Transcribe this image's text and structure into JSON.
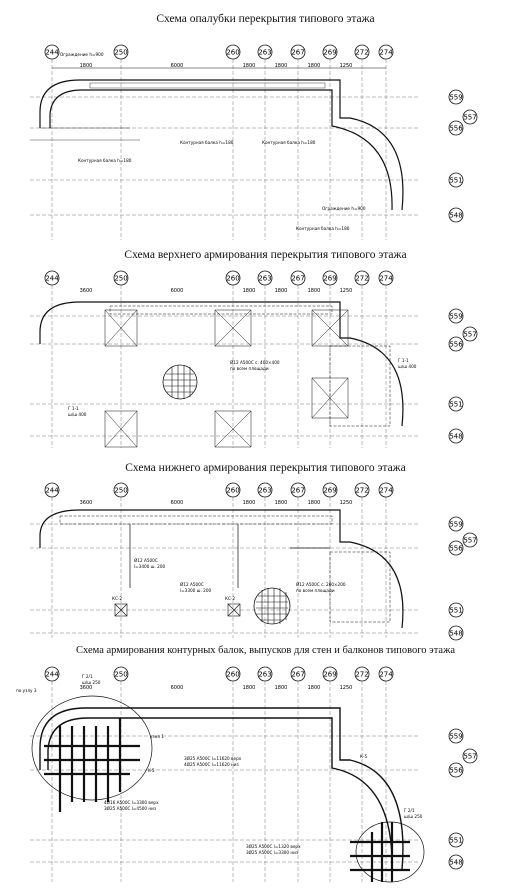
{
  "sections": [
    {
      "title": "Схема опалубки перекрытия типового этажа",
      "dims": [
        "1800",
        "6000",
        "1800",
        "1800",
        "1800",
        "1250"
      ],
      "notes": [
        "Ограждение h=900",
        "Контурная балка h=180",
        "Контурная балка h=180",
        "Контурная балка h=180",
        "Ограждение h=900",
        "Контурная балка h=180"
      ]
    },
    {
      "title": "Схема верхнего армирования перекрытия типового этажа",
      "dims": [
        "3600",
        "6000",
        "1800",
        "1800",
        "1800",
        "1250"
      ],
      "notes": [
        "Ø12 A500С с. 400×400",
        "по всем площади",
        "Г 1-1",
        "ш/ш 400",
        "Г 1-1",
        "ш/ш 400"
      ]
    },
    {
      "title": "Схема нижнего армирования перекрытия типового этажа",
      "dims": [
        "3600",
        "6000",
        "1800",
        "1800",
        "1800",
        "1250"
      ],
      "notes": [
        "Ø12 A500С",
        "l=3400 ш. 200",
        "Ø12 A500С",
        "l=3300 ш. 200",
        "Ø12 A500С с. 200×200",
        "по всем площади",
        "КС-2",
        "КС-2"
      ]
    },
    {
      "title": "Схема армирования контурных балок, выпусков для стен и балконов типового этажа",
      "dims": [
        "3600",
        "6000",
        "1800",
        "1800",
        "1800",
        "1250"
      ],
      "notes": [
        "по узлу 3",
        "Г 2/1",
        "ш/ш 250",
        "узел 1",
        "3Ø25 A500С l=11620 верх",
        "4Ø25 A500С l=11620 низ",
        "K-5",
        "4Ø16 A500С l=3300 верх",
        "3Ø25 A500С l=4500 низ",
        "3Ø25 A500С l=1320 верх",
        "3Ø25 A500С l=3300 низ",
        "Г 2/1",
        "ш/ш 250",
        "К-5"
      ]
    }
  ],
  "axes_top": [
    "244",
    "250",
    "260",
    "263",
    "267",
    "269",
    "272",
    "274"
  ],
  "axes_right": [
    "559",
    "557",
    "556",
    "551",
    "548"
  ]
}
